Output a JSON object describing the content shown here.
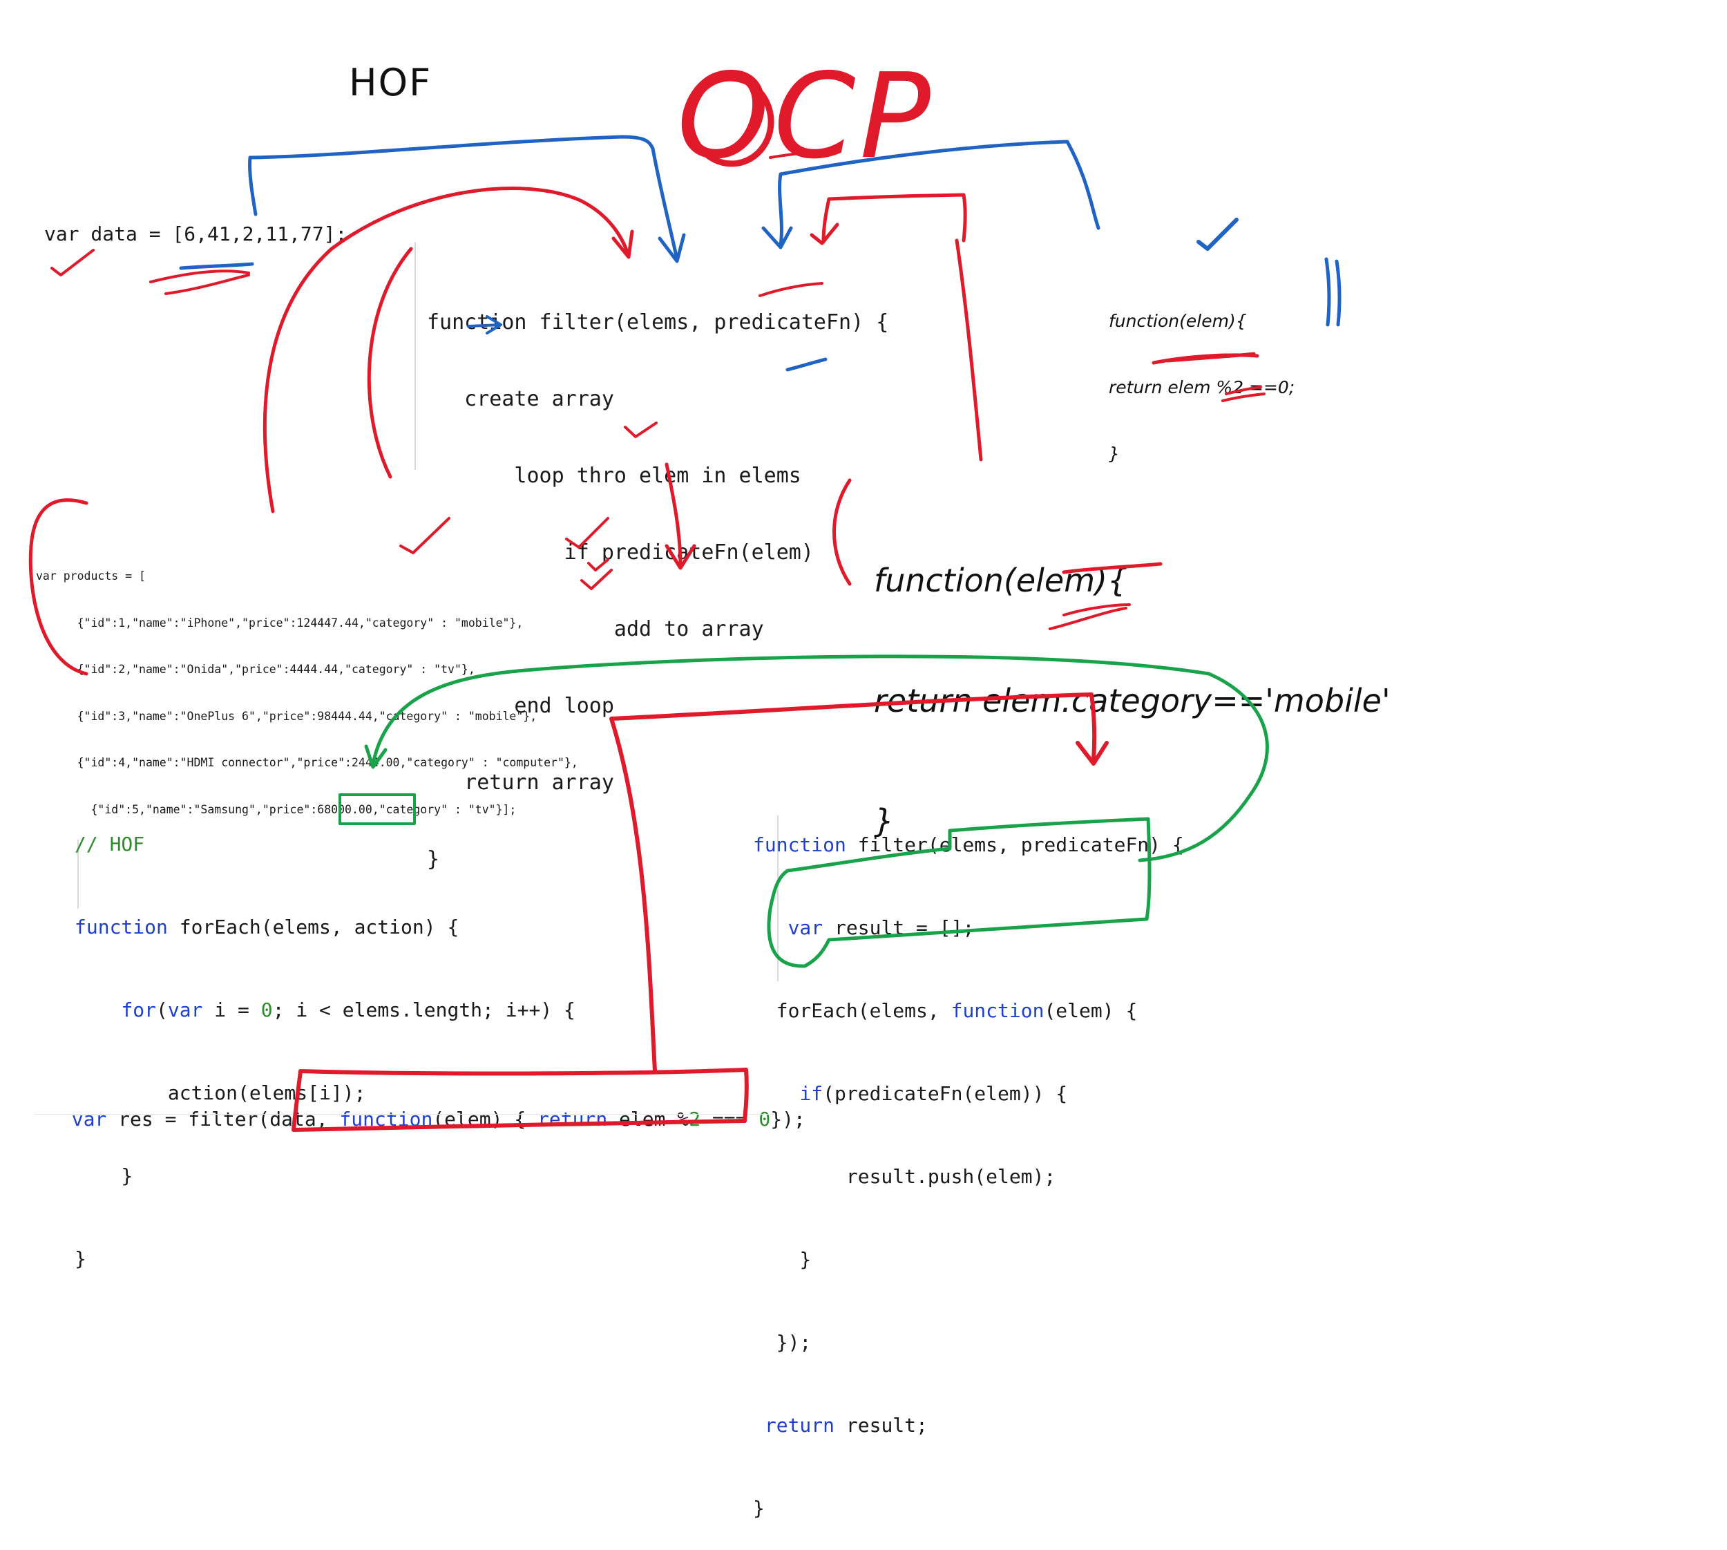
{
  "titles": {
    "hof": "HOF",
    "ocp": "OCP"
  },
  "data_line": "var data = [6,41,2,11,77];",
  "pseudo_filter": [
    "function filter(elems, predicateFn) {",
    "   create array",
    "       loop thro elem in elems",
    "           if predicateFn(elem)",
    "               add to array",
    "       end loop",
    "   return array",
    "}"
  ],
  "even_fn": [
    "function(elem){",
    "return elem %2 ==0;",
    "}"
  ],
  "products": [
    "var products = [",
    "      {\"id\":1,\"name\":\"iPhone\",\"price\":124447.44,\"category\" : \"mobile\"},",
    "      {\"id\":2,\"name\":\"Onida\",\"price\":4444.44,\"category\" : \"tv\"},",
    "      {\"id\":3,\"name\":\"OnePlus 6\",\"price\":98444.44,\"category\" : \"mobile\"},",
    "      {\"id\":4,\"name\":\"HDMI connector\",\"price\":2444.00,\"category\" : \"computer\"},",
    "        {\"id\":5,\"name\":\"Samsung\",\"price\":68000.00,\"category\" : \"tv\"}];"
  ],
  "mobile_fn": [
    "function(elem){",
    "return elem.category=='mobile'",
    "}"
  ],
  "foreach_code": {
    "comment": "// HOF",
    "l1_kw": "function",
    "l1_rest": " forEach(elems, action) {",
    "l2_kw": "for",
    "l2_a": "(",
    "l2_kw2": "var",
    "l2_b": " i = ",
    "l2_num": "0",
    "l2_c": "; i < elems.length; i++) {",
    "l3": "        action(elems[i]);",
    "l4": "    }",
    "l5": "}"
  },
  "filter_code": {
    "l1_kw": "function",
    "l1_rest": " filter(elems, predicateFn) {",
    "l2_kw": "var",
    "l2_rest": " result = [];",
    "l3_a": "forEach(elems, ",
    "l3_kw": "function",
    "l3_b": "(elem) {",
    "l4_kw": "if",
    "l4_rest": "(predicateFn(elem)) {",
    "l5": "result.push(elem);",
    "l6": "}",
    "l7": "});",
    "l8_kw": "return",
    "l8_rest": " result;",
    "l9": "}"
  },
  "res_line": {
    "kw1": "var",
    "a": " res = filter(data, ",
    "kw2": "function",
    "b": "(elem) { ",
    "kw3": "return",
    "c": " elem %",
    "n1": "2",
    "d": " === ",
    "n2": "0",
    "e": "});"
  },
  "colors": {
    "red_ink": "#e01a2a",
    "blue_ink": "#1f63c4",
    "green_ink": "#18a34a",
    "keyword": "#1f3fcf",
    "comment": "#2e8b2e"
  }
}
